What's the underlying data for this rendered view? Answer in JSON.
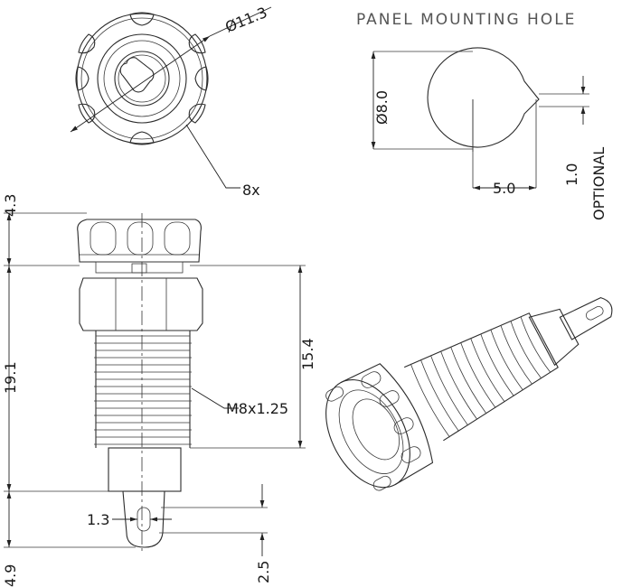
{
  "drawing": {
    "panel_title": "PANEL MOUNTING HOLE",
    "dim_top_diameter": "Ø11.3",
    "dim_count": "8x",
    "dim_hole_diameter": "Ø8.0",
    "dim_hole_offset": "5.0",
    "dim_key_width": "1.0",
    "dim_optional": "OPTIONAL",
    "dim_head_height": "4.3",
    "dim_body_length": "19.1",
    "dim_thread_length": "15.4",
    "dim_thread_spec": "M8x1.25",
    "dim_pin_width": "1.3",
    "dim_pin_length": "4.9",
    "dim_pin_tip": "2.5"
  }
}
